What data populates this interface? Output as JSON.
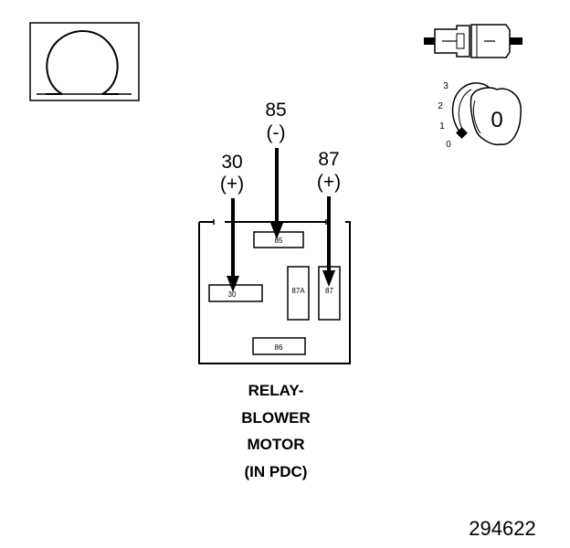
{
  "symbol": {
    "glyph": "Ω",
    "icon": "omega-ground-icon"
  },
  "ignition": {
    "positions": [
      "3",
      "2",
      "1",
      "0"
    ],
    "key_label": "0"
  },
  "terminals": {
    "t85": {
      "number": "85",
      "polarity": "(-)"
    },
    "t30": {
      "number": "30",
      "polarity": "(+)"
    },
    "t87": {
      "number": "87",
      "polarity": "(+)"
    }
  },
  "pins": {
    "p85": "85",
    "p30": "30",
    "p87a": "87A",
    "p87": "87",
    "p86": "86"
  },
  "caption": [
    "RELAY-",
    "BLOWER",
    "MOTOR",
    "(IN PDC)"
  ],
  "figure_number": "294622"
}
